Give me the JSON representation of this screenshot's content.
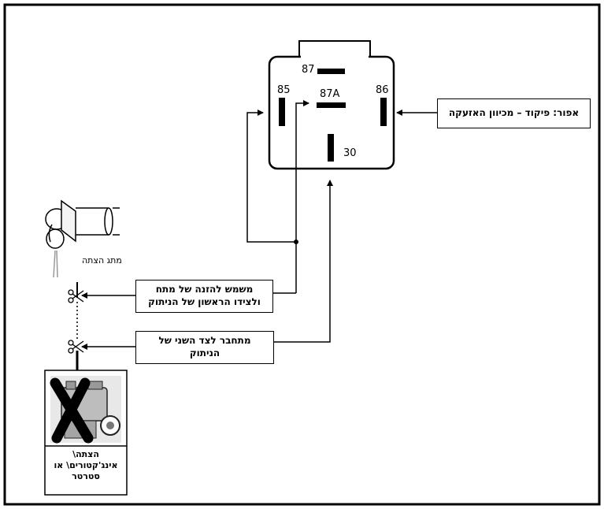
{
  "relay": {
    "pins": {
      "p87": "87",
      "p85": "85",
      "p87a": "87A",
      "p86": "86",
      "p30": "30"
    }
  },
  "labels": {
    "feed_note": "אפור: פיקוד – מכיוון האזעקה",
    "switch_caption": "מתג הצתה",
    "first_side_line1": "משמש להזנה של מתח",
    "first_side_line2": "ולצידו הראשון של הניתוק",
    "second_side_line1": "מתחבר לצד השני של",
    "second_side_line2": "הניתוק",
    "engine_line1": "הצתה\\",
    "engine_line2": "אינג'קטורים\\ או",
    "engine_line3": "סטרטר"
  },
  "icons": {
    "ignition": "ignition-key-icon",
    "engine": "crossed-engine-icon",
    "scissors": "scissors-cut-icon"
  },
  "colors": {
    "line": "#000000",
    "background": "#ffffff"
  }
}
